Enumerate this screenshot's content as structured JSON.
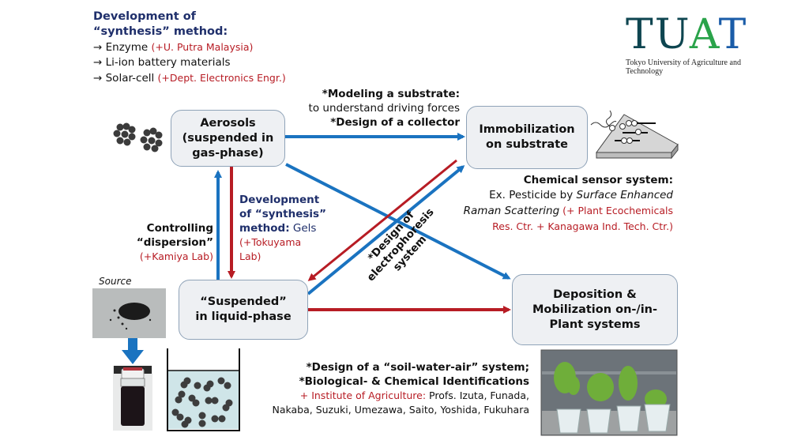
{
  "colors": {
    "navy": "#1f2f6b",
    "red": "#b71c24",
    "blue_arrow": "#1a73c0",
    "red_arrow": "#b71c24",
    "box_fill": "#eef0f3",
    "box_border": "#8fa3b8"
  },
  "top_left": {
    "heading_line1": "Development of",
    "heading_line2": "“synthesis” method:",
    "items": [
      {
        "arrow": "→",
        "text": "Enzyme ",
        "partner": "(+U. Putra Malaysia)"
      },
      {
        "arrow": "→",
        "text": "Li-ion battery materials",
        "partner": ""
      },
      {
        "arrow": "→",
        "text": "Solar-cell ",
        "partner": "(+Dept. Electronics Engr.)"
      }
    ]
  },
  "logo": {
    "letters": [
      "T",
      "U",
      "A",
      "T"
    ],
    "subtitle": "Tokyo University of Agriculture and Technology"
  },
  "modeling": {
    "line1": "*Modeling a substrate:",
    "line2": "to understand driving forces",
    "line3": "*Design of a collector"
  },
  "boxes": {
    "aerosols": [
      "Aerosols",
      "(suspended in",
      "gas-phase)"
    ],
    "immobilization": [
      "Immobilization",
      "on substrate"
    ],
    "suspended": [
      "“Suspended”",
      "in liquid-phase"
    ],
    "deposition": [
      "Deposition &",
      "Mobilization on-/in-",
      "Plant systems"
    ]
  },
  "sensor": {
    "heading": "Chemical sensor system:",
    "line1_prefix": "Ex. Pesticide by ",
    "line1_italic": "Surface Enhanced",
    "line2_italic": "Raman Scattering",
    "line2_partner": " (+ Plant Ecochemicals",
    "line3_partner": "Res. Ctr. + Kanagawa Ind. Tech. Ctr.)"
  },
  "controlling": {
    "line1": "Controlling",
    "line2": "“dispersion”",
    "partner": "(+Kamiya Lab)"
  },
  "synthesis_gels": {
    "line1": "Development",
    "line2": "of “synthesis”",
    "line3_bold": "method:",
    "line3_rest": " Gels",
    "partner1": "(+Tokuyama",
    "partner2": " Lab)"
  },
  "electrophoresis": {
    "line1": "*Design of",
    "line2": "electrophoresis",
    "line3": "system"
  },
  "source_label": "Source",
  "bottom": {
    "line1": "*Design of a “soil-water-air” system;",
    "line2": "*Biological- & Chemical Identifications",
    "line3_plus": "+ ",
    "line3_partner": "Institute of Agriculture:",
    "line3_rest": " Profs. Izuta, Funada,",
    "line4": "Nakaba, Suzuki, Umezawa, Saito, Yoshida, Fukuhara"
  }
}
